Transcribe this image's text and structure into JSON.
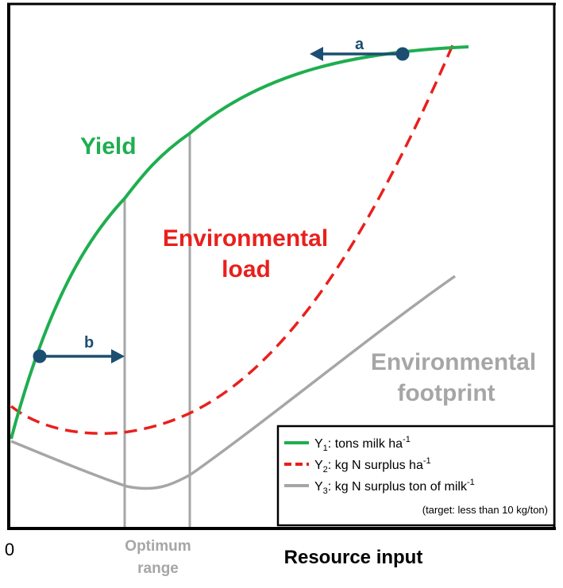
{
  "colors": {
    "yield": "#1fae50",
    "environmental_load": "#e8201d",
    "environmental_footprint": "#a6a6a6",
    "arrow": "#1c4e72",
    "axis": "#000000",
    "optimum_lines": "#a6a6a6"
  },
  "labels": {
    "yield": "Yield",
    "environmental_load_line1": "Environmental",
    "environmental_load_line2": "load",
    "environmental_footprint_line1": "Environmental",
    "environmental_footprint_line2": "footprint",
    "arrow_a": "a",
    "arrow_b": "b",
    "origin": "0",
    "optimum_line1": "Optimum",
    "optimum_line2": "range",
    "x_axis": "Resource input"
  },
  "legend": {
    "items": [
      {
        "prefix": "Y",
        "sub": "1",
        "text": ": tons milk ha",
        "sup": "-1",
        "color_key": "yield",
        "dashed": false
      },
      {
        "prefix": "Y",
        "sub": "2",
        "text": ": kg N surplus ha",
        "sup": "-1",
        "color_key": "environmental_load",
        "dashed": true
      },
      {
        "prefix": "Y",
        "sub": "3",
        "text": ": kg N surplus ton of milk",
        "sup": "-1",
        "color_key": "environmental_footprint",
        "dashed": false
      }
    ],
    "note": "(target: less than 10 kg/ton)"
  }
}
